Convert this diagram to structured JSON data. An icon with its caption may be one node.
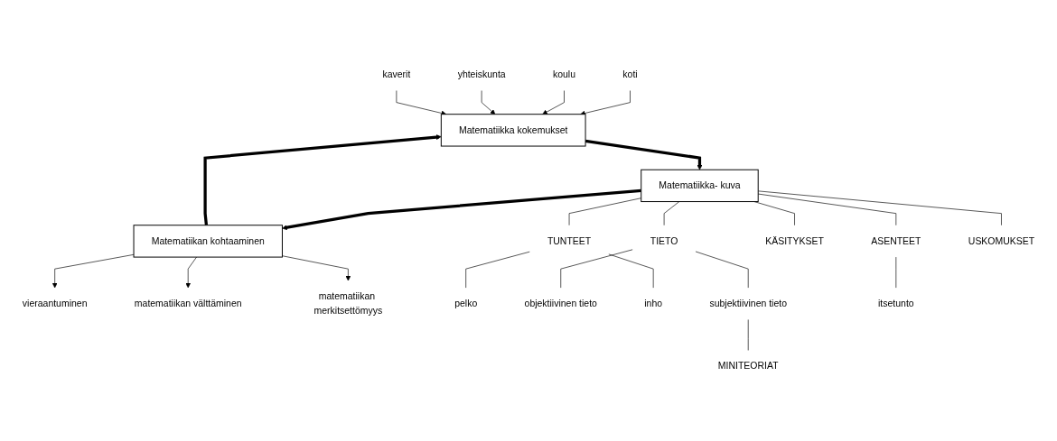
{
  "diagram": {
    "nodes": [
      {
        "text": [
          "koti"
        ]
      },
      {
        "text": [
          "koulu"
        ]
      },
      {
        "text": [
          "yhteiskunta"
        ]
      },
      {
        "text": [
          "kaverit"
        ]
      },
      {
        "text": [
          "vieraantuminen"
        ]
      },
      {
        "text": [
          "matematiikan välttäminen"
        ]
      },
      {
        "text": [
          "Matematiikka kokemukset"
        ]
      },
      {
        "text": [
          "Matematiikan kohtaaminen"
        ]
      },
      {
        "text": [
          "matematiikan merkitsettömyys"
        ]
      },
      {
        "text": [
          "Matematiikka- kuva"
        ]
      },
      {
        "text": [
          "TIETO"
        ]
      },
      {
        "text": [
          "TUNTEET"
        ]
      },
      {
        "text": [
          "pelko"
        ]
      },
      {
        "text": [
          "objektiivinen tieto"
        ]
      },
      {
        "text": [
          "KÄSITYKSET"
        ]
      },
      {
        "text": [
          "ASENTEET"
        ]
      },
      {
        "text": [
          "inho"
        ]
      },
      {
        "text": [
          "subjektiivinen tieto"
        ]
      },
      {
        "text": [
          "USKOMUKSET"
        ]
      },
      {
        "text": [
          "itsetunto"
        ]
      },
      {
        "text": [
          "MINITEORIAT"
        ]
      }
    ],
    "edges": [
      {
        "from": 0,
        "to": 6,
        "arrow": "to"
      },
      {
        "from": 1,
        "to": 6,
        "arrow": "to"
      },
      {
        "from": 2,
        "to": 6,
        "arrow": "to"
      },
      {
        "from": 3,
        "to": 6,
        "arrow": "to"
      },
      {
        "from": 7,
        "to": 4,
        "arrow": "to"
      },
      {
        "from": 7,
        "to": 5,
        "arrow": "to"
      },
      {
        "from": 7,
        "to": 8,
        "arrow": "to"
      },
      {
        "from": 7,
        "to": 6,
        "arrow": "to",
        "style": "thick"
      },
      {
        "from": 6,
        "to": 9,
        "arrow": "to",
        "style": "thick"
      },
      {
        "from": 9,
        "to": 7,
        "arrow": "to",
        "style": "thick"
      },
      {
        "from": 9,
        "to": 10,
        "arrow": "none"
      },
      {
        "from": 10,
        "to": 13,
        "arrow": "none"
      },
      {
        "from": 10,
        "to": 17,
        "arrow": "none"
      },
      {
        "from": 17,
        "to": 20,
        "arrow": "none"
      },
      {
        "from": 9,
        "to": 14,
        "arrow": "none"
      },
      {
        "from": 9,
        "to": 18,
        "arrow": "none"
      },
      {
        "from": 9,
        "to": 15,
        "arrow": "none"
      },
      {
        "from": 15,
        "to": 19,
        "arrow": "none"
      },
      {
        "from": 9,
        "to": 11,
        "arrow": "none"
      },
      {
        "from": 11,
        "to": 12,
        "arrow": "none"
      },
      {
        "from": 11,
        "to": 16,
        "arrow": "none"
      }
    ]
  }
}
